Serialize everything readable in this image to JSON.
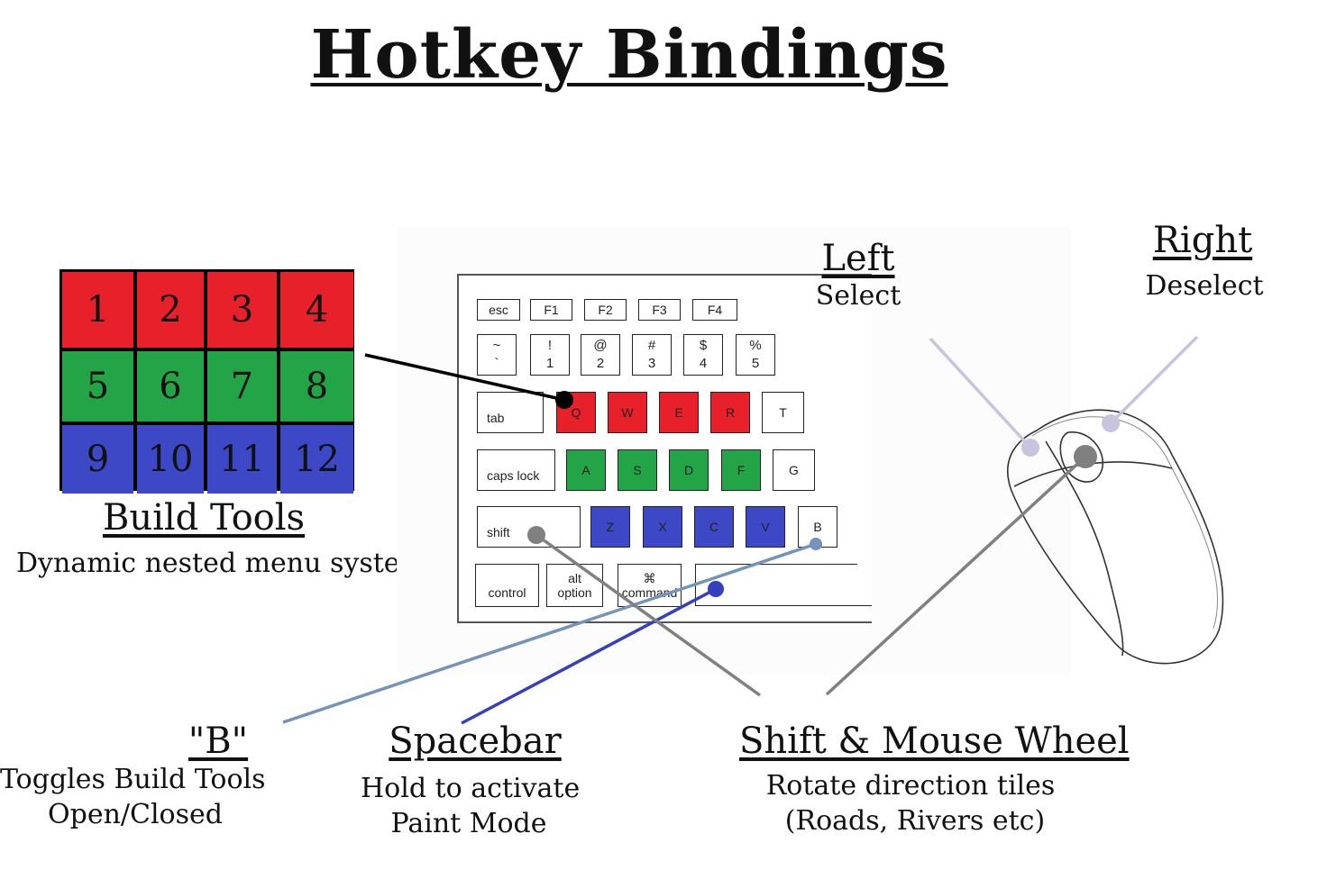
{
  "title": "Hotkey Bindings",
  "build_tools": {
    "numbers": [
      "1",
      "2",
      "3",
      "4",
      "5",
      "6",
      "7",
      "8",
      "9",
      "10",
      "11",
      "12"
    ],
    "heading": "Build Tools",
    "description": "Dynamic nested menu system"
  },
  "keyboard": {
    "function_row": [
      "esc",
      "F1",
      "F2",
      "F3",
      "F4"
    ],
    "number_row": [
      {
        "top": "~",
        "bottom": "`"
      },
      {
        "top": "!",
        "bottom": "1"
      },
      {
        "top": "@",
        "bottom": "2"
      },
      {
        "top": "#",
        "bottom": "3"
      },
      {
        "top": "$",
        "bottom": "4"
      },
      {
        "top": "%",
        "bottom": "5"
      }
    ],
    "tab": "tab",
    "row_q": [
      "Q",
      "W",
      "E",
      "R",
      "T"
    ],
    "caps": "caps lock",
    "row_a": [
      "A",
      "S",
      "D",
      "F",
      "G"
    ],
    "shift": "shift",
    "row_z": [
      "Z",
      "X",
      "C",
      "V",
      "B"
    ],
    "control": "control",
    "alt_top": "alt",
    "alt_bottom": "option",
    "cmd_top": "⌘",
    "cmd_bottom": "command"
  },
  "mouse": {
    "left_heading": "Left",
    "left_sub": "Select",
    "right_heading": "Right",
    "right_sub": "Deselect"
  },
  "b_key": {
    "heading": "\"B\"",
    "line1": "Toggles Build Tools",
    "line2": "Open/Closed"
  },
  "spacebar": {
    "heading": "Spacebar",
    "line1": "Hold to activate",
    "line2": "Paint Mode"
  },
  "shift_wheel": {
    "heading": "Shift & Mouse Wheel",
    "line1": "Rotate direction tiles",
    "line2": "(Roads, Rivers etc)"
  },
  "colors": {
    "red": "#e8202a",
    "green": "#22a447",
    "blue": "#3d48c6",
    "b_line": "#7393bd",
    "space_line": "#3540c0",
    "shift_line": "#808080",
    "mouse_line": "#c8c4e0"
  }
}
